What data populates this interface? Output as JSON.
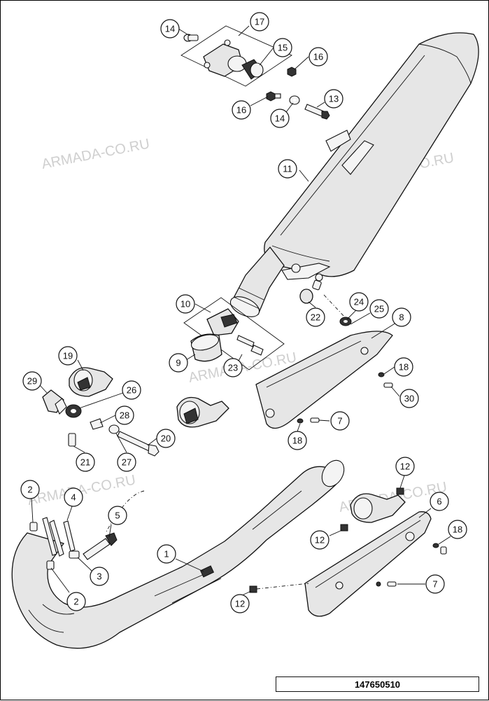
{
  "watermark": "ARMADA-CO.RU",
  "diagram_id": "147650510",
  "callouts": [
    "14",
    "17",
    "15",
    "16",
    "16",
    "14",
    "13",
    "11",
    "10",
    "22",
    "24",
    "25",
    "8",
    "9",
    "23",
    "18",
    "30",
    "19",
    "29",
    "26",
    "28",
    "20",
    "7",
    "18",
    "21",
    "27",
    "2",
    "4",
    "5",
    "1",
    "3",
    "2",
    "12",
    "6",
    "12",
    "18",
    "12",
    "7"
  ]
}
